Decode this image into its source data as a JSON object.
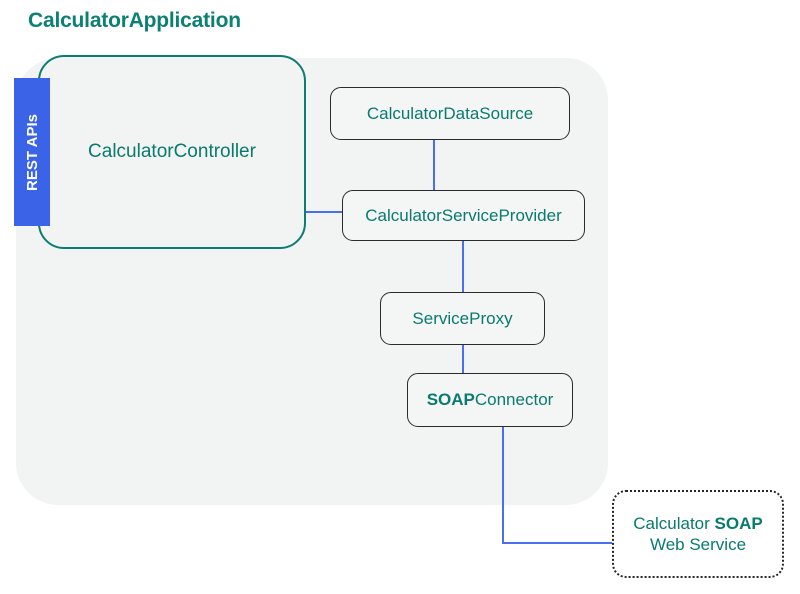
{
  "title": "CalculatorApplication",
  "panel": {
    "name": "application-boundary"
  },
  "badge": {
    "label": "REST APIs",
    "color": "#3b63e8",
    "text_color": "#ffffff"
  },
  "nodes": [
    {
      "id": "calculator-controller",
      "label": "CalculatorController",
      "style": "rounded-teal-outline",
      "bold_prefix": ""
    },
    {
      "id": "calculator-data-source",
      "label": "CalculatorDataSource",
      "style": "rounded-dark-outline",
      "bold_prefix": ""
    },
    {
      "id": "calculator-service-provider",
      "label": "CalculatorServiceProvider",
      "style": "rounded-dark-outline",
      "bold_prefix": ""
    },
    {
      "id": "service-proxy",
      "label": "ServiceProxy",
      "style": "rounded-dark-outline",
      "bold_prefix": ""
    },
    {
      "id": "soap-connector",
      "label": "Connector",
      "style": "rounded-dark-outline",
      "bold_prefix": "SOAP"
    },
    {
      "id": "soap-web-service",
      "label_line1_prefix": "Calculator ",
      "label_line1_bold": "SOAP",
      "label_line2": "Web Service",
      "style": "rounded-dotted-outline"
    }
  ],
  "connections": [
    {
      "from": "calculator-controller",
      "to": "calculator-service-provider"
    },
    {
      "from": "calculator-data-source",
      "to": "calculator-service-provider"
    },
    {
      "from": "calculator-service-provider",
      "to": "service-proxy"
    },
    {
      "from": "service-proxy",
      "to": "soap-connector"
    },
    {
      "from": "soap-connector",
      "to": "soap-web-service"
    }
  ],
  "colors": {
    "node_text": "#0a7a6e",
    "title_text": "#0d8074",
    "panel_bg": "#f2f4f3",
    "connector": "#4a6ef0",
    "node_border": "#2b2b2b",
    "teal_border": "#0d7c72"
  }
}
